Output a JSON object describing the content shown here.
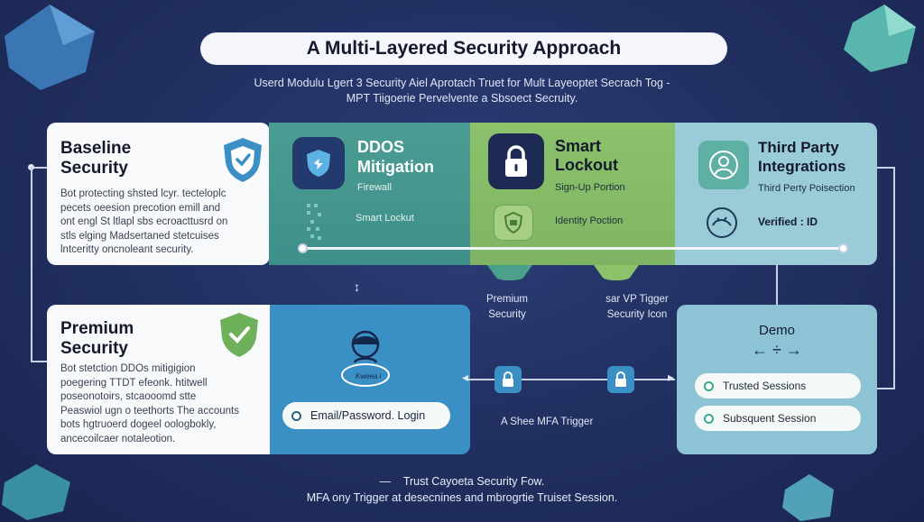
{
  "title": "A Multi-Layered Security Approach",
  "subtitle_line1": "Userd Modulu Lgert 3 Security Aiel Aprotach Truet for Mult Layeoptet Secrach Tog -",
  "subtitle_line2": "MPT Tiigoerie Pervelvente a Sbsoect Secruity.",
  "baseline": {
    "title_line1": "Baseline",
    "title_line2": "Security",
    "body": [
      "Bot protecting shsted lcyr. tecteloplc",
      "pecets oeesion precotion emill and",
      "ont engl St ltlapl sbs ecroacttusrd on",
      "stls elging Madsertaned stetcuises",
      "lntceritty oncnoleant security."
    ]
  },
  "ddos": {
    "title_line1": "DDOS",
    "title_line2": "Mitigation",
    "firewall": "Firewall",
    "smart_lockout": "Smart Lockut"
  },
  "smart": {
    "title_line1": "Smart",
    "title_line2": "Lockout",
    "signup": "Sign-Up Portion",
    "identity": "Identity Poction"
  },
  "third": {
    "title_line1": "Third Party",
    "title_line2": "Integrations",
    "protection": "Third Perty Poisection",
    "verified": "Verified : ID"
  },
  "mid_labels": {
    "premium_l1": "Premium",
    "premium_l2": "Security",
    "trigger_l1": "sar VP Tigger",
    "trigger_l2": "Security Icon"
  },
  "premium": {
    "title_line1": "Premium",
    "title_line2": "Security",
    "body": [
      "Bot stetction DDOs mitigigion",
      "poegering TTDT efeonk. htitwell",
      "poseonotoirs,  stcaooomd stte",
      "Peaswiol ugn o teethorts  The accounts",
      "bots hgtruoerd dogeel oologbokly,",
      "ancecoilcaer notaleotion."
    ]
  },
  "login": {
    "badge": "Kweea i",
    "button": "Email/Password. Login"
  },
  "mfa_label": "A Shee MFA Trigger",
  "demo": {
    "title": "Demo",
    "arrows": "← ÷ →",
    "session1": "Trusted Sessions",
    "session2": "Subsquent Session"
  },
  "footer": {
    "dash": "—",
    "line1": "Trust Cayoeta Security Fow.",
    "line2": "MFA ony Trigger at desecnines and mbrogrtie Truiset Session."
  },
  "colors": {
    "background": "#223163",
    "accent_blue": "#3a8fc4",
    "teal": "#4aa08a",
    "green": "#8cc26a",
    "light_blue": "#8ec5d8",
    "demo_card": "#8dc4d5"
  }
}
